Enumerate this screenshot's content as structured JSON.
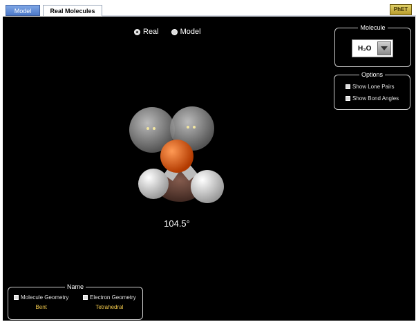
{
  "tabs": {
    "model_label": "Model",
    "real_label": "Real Molecules",
    "logo_text": "PhET"
  },
  "view_mode": {
    "real_label": "Real",
    "model_label": "Model",
    "selected": "Real"
  },
  "molecule_panel": {
    "title": "Molecule",
    "selected_value": "H₂O"
  },
  "options_panel": {
    "title": "Options",
    "show_lone_pairs": "Show Lone Pairs",
    "show_bond_angles": "Show Bond Angles"
  },
  "bond_angle_label": "104.5°",
  "name_panel": {
    "title": "Name",
    "molecule_geometry_label": "Molecule Geometry",
    "molecule_geometry_value": "Bent",
    "electron_geometry_label": "Electron Geometry",
    "electron_geometry_value": "Tetrahedral"
  },
  "colors": {
    "oxygen": "#e25a10",
    "hydrogen": "#ffffff",
    "lone_pair": "#8c8c8c",
    "background": "#000000"
  }
}
